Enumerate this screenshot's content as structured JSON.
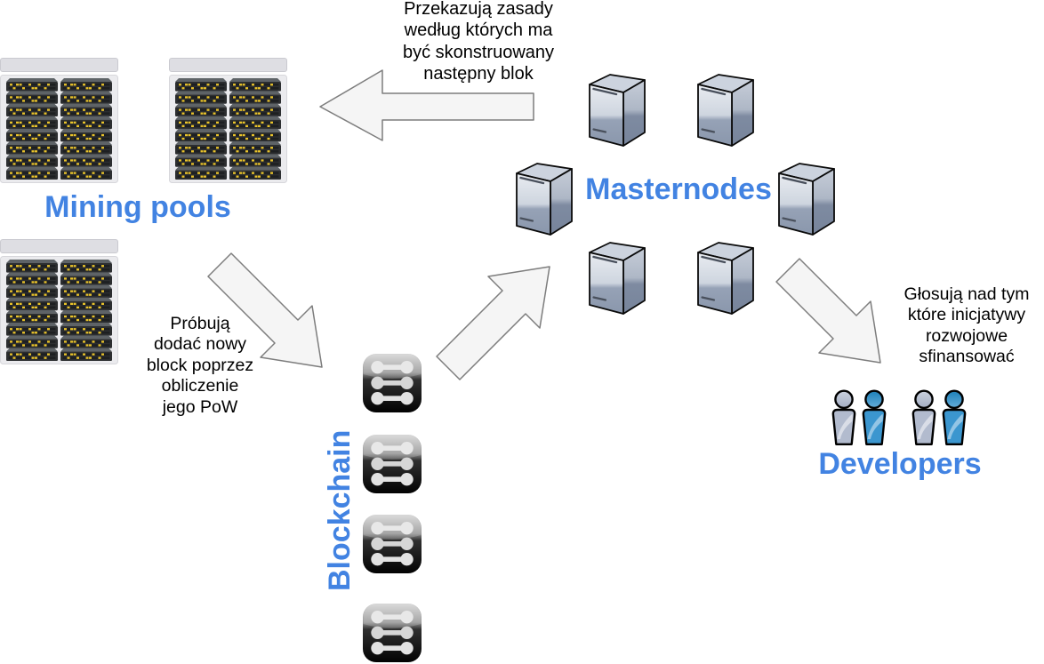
{
  "labels": {
    "mining_pools": "Mining pools",
    "masternodes": "Masternodes",
    "blockchain": "Blockchain",
    "developers": "Developers"
  },
  "annotations": {
    "masternodes_to_miners": {
      "text": "Przekazują zasady według których ma być skonstruowany następny blok",
      "lines": [
        "Przekazują zasady",
        "według których ma",
        "być skonstruowany",
        "następny blok"
      ]
    },
    "miners_to_blockchain": {
      "text": "Próbują dodać nowy block poprzez obliczenie jego PoW",
      "lines": [
        "Próbują",
        "dodać nowy",
        "block poprzez",
        "obliczenie",
        "jego PoW"
      ]
    },
    "masternodes_to_developers": {
      "text": "Głosują nad tym które inicjatywy rozwojowe sfinansować",
      "lines": [
        "Głosują nad tym",
        "które inicjatywy",
        "rozwojowe",
        "sfinansować"
      ]
    }
  },
  "icons": {
    "mining_rack": "server-rack-icon",
    "masternode": "server-tower-icon",
    "blockchain_block": "block-list-icon",
    "developer": "person-icon",
    "arrows": [
      "arrow-left-icon",
      "arrow-down-right-icon",
      "arrow-up-right-icon",
      "arrow-down-right-icon"
    ]
  },
  "counts": {
    "mining_racks": 3,
    "masternode_towers": 6,
    "blockchain_blocks": 4,
    "developer_people": 4
  },
  "colors": {
    "label_blue": "#4283e2",
    "annotation_text": "#000000",
    "arrow_fill": "#f5f5f5",
    "arrow_stroke": "#7d7d7d",
    "server_led_yellow": "#e9c32b",
    "developer_blue": "#3b96cf",
    "developer_gray": "#b2bbce"
  }
}
